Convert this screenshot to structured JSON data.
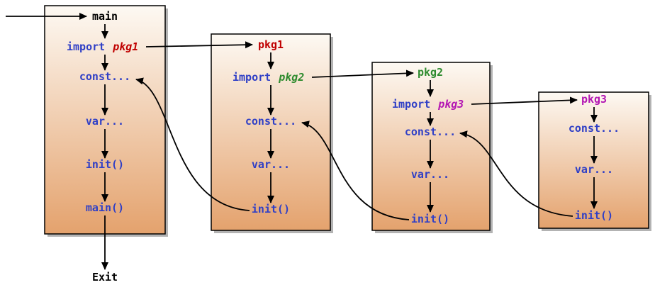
{
  "diagram": {
    "entry": {
      "label": "main"
    },
    "exit": {
      "label": "Exit"
    },
    "keywords": {
      "import": "import",
      "const": "const...",
      "var": "var...",
      "init": "init()",
      "main_call": "main()"
    },
    "boxes": {
      "main": {
        "title": "main",
        "imports": "pkg1"
      },
      "pkg1": {
        "title": "pkg1",
        "imports": "pkg2"
      },
      "pkg2": {
        "title": "pkg2",
        "imports": "pkg3"
      },
      "pkg3": {
        "title": "pkg3"
      }
    },
    "colors": {
      "code_blue": "#2f3fc6",
      "title_black": "#000000",
      "pkg1_red": "#c00000",
      "pkg2_green": "#2e8b2e",
      "pkg3_magenta": "#b315b3",
      "box_gradient_top": "#fdf9f3",
      "box_gradient_bottom": "#e4a26d",
      "box_border": "#000000",
      "arrow": "#000000",
      "shadow": "#b3b3b3"
    }
  }
}
